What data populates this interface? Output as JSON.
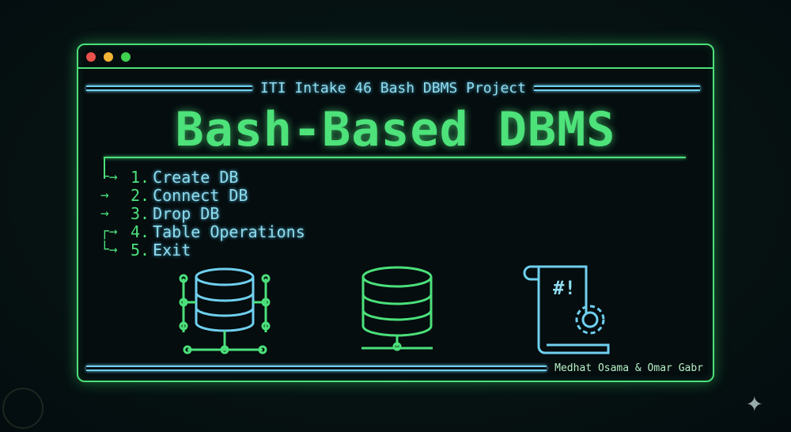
{
  "header": {
    "subtitle": "ITI Intake 46 Bash DBMS Project",
    "title": "Bash-Based DBMS"
  },
  "menu": [
    {
      "num": "1.",
      "label": "Create DB"
    },
    {
      "num": "2.",
      "label": "Connect DB"
    },
    {
      "num": "3.",
      "label": "Drop DB"
    },
    {
      "num": "4.",
      "label": "Table Operations"
    },
    {
      "num": "5.",
      "label": "Exit"
    }
  ],
  "icons": {
    "script_text": "#!"
  },
  "footer": {
    "authors": "Medhat Osama & Omar Gabr"
  },
  "colors": {
    "green": "#4be07a",
    "blue": "#6fd0ef",
    "bg": "#050d0f"
  }
}
